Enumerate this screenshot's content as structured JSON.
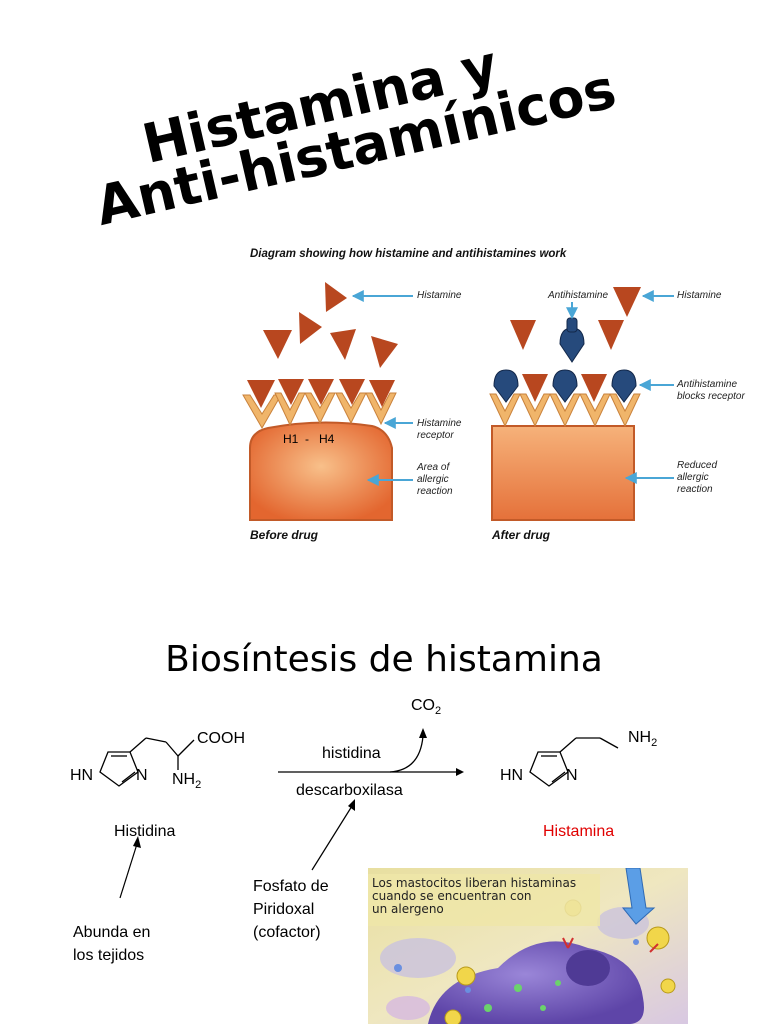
{
  "title": {
    "line1": "Histamina y",
    "line2": "Anti-histamínicos"
  },
  "diagram": {
    "heading": "Diagram showing how histamine and antihistamines work",
    "left": {
      "caption": "Before drug",
      "receptor_label": "H1  -   H4",
      "labels": {
        "histamine": "Histamine",
        "receptor": "Histamine\nreceptor",
        "area": "Area of\nallergic\nreaction"
      }
    },
    "right": {
      "caption": "After drug",
      "labels": {
        "antihistamine": "Antihistamine",
        "histamine": "Histamine",
        "blocks": "Antihistamine\nblocks receptor",
        "reduced": "Reduced\nallergic\nreaction"
      }
    },
    "colors": {
      "histamine": "#b8471f",
      "cell_top": "#f3a45f",
      "cell_bottom": "#e5713a",
      "receptor": "#f0b56a",
      "antihistamine": "#264a7c",
      "arrow": "#4aa6d6"
    }
  },
  "biosynthesis": {
    "heading": "Biosíntesis de histamina",
    "histidine": {
      "cooh": "COOH",
      "hn": "HN",
      "n": "N",
      "nh2": "NH",
      "sub": "2",
      "name": "Histidina"
    },
    "enzyme": {
      "line1": "histidina",
      "line2": "descarboxilasa",
      "co2": "CO",
      "co2_sub": "2"
    },
    "histamine": {
      "nh2": "NH",
      "sub": "2",
      "hn": "HN",
      "n": "N",
      "name": "Histamina",
      "name_color": "#e00000"
    },
    "notes": {
      "cofactor": "Fosfato de\nPiridoxal\n(cofactor)",
      "abundance": "Abunda en\nlos tejidos"
    }
  },
  "mast_cell_image": {
    "caption": "Los mastocitos liberan histaminas\ncuando se encuentran con\nun alergeno"
  }
}
